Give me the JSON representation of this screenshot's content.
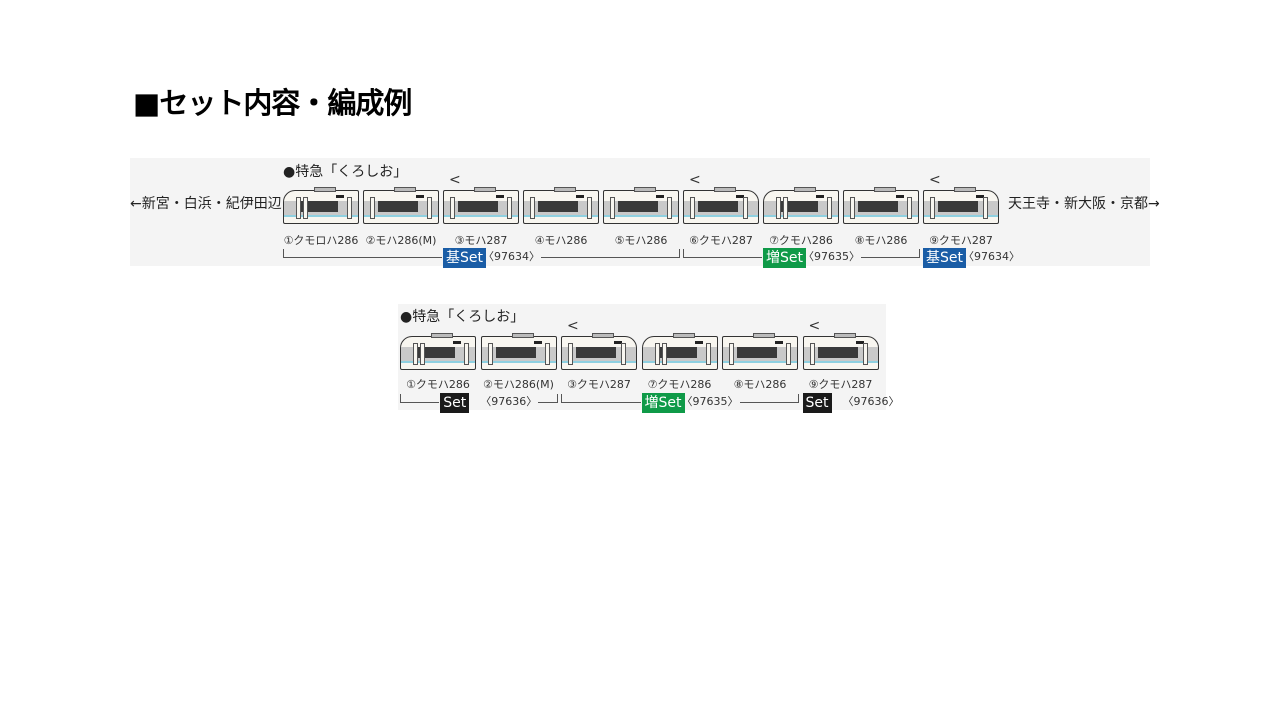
{
  "title": "■セット内容・編成例",
  "colors": {
    "kihon": "#1a5da6",
    "zou": "#0f9a48",
    "set": "#1a1a1a"
  },
  "top": {
    "subtitle": "●特急「くろしお」",
    "left_direction": "←新宮・白浜・紀伊田辺",
    "right_direction": "天王寺・新大阪・京都→",
    "cars": [
      {
        "label": "①クモロハ286",
        "type": "cabL",
        "panto": false
      },
      {
        "label": "②モハ286(M)",
        "type": "mid",
        "panto": false
      },
      {
        "label": "③モハ287",
        "type": "mid",
        "panto": true
      },
      {
        "label": "④モハ286",
        "type": "mid",
        "panto": false
      },
      {
        "label": "⑤モハ286",
        "type": "mid",
        "panto": false
      },
      {
        "label": "⑥クモハ287",
        "type": "cabR",
        "panto": true
      },
      {
        "label": "⑦クモハ286",
        "type": "cabL",
        "panto": false
      },
      {
        "label": "⑧モハ286",
        "type": "mid",
        "panto": false
      },
      {
        "label": "⑨クモハ287",
        "type": "cabR",
        "panto": true
      }
    ],
    "groups": [
      {
        "badge": "基Set",
        "code": "〈97634〉",
        "kind": "kihon",
        "from": 0,
        "to": 4
      },
      {
        "badge": "増Set",
        "code": "〈97635〉",
        "kind": "zou",
        "from": 5,
        "to": 7
      },
      {
        "badge": "基Set",
        "code": "〈97634〉",
        "kind": "kihon",
        "from": 8,
        "to": 8
      }
    ]
  },
  "bottom": {
    "subtitle": "●特急「くろしお」",
    "cars": [
      {
        "label": "①クモハ286",
        "type": "cabL",
        "panto": false
      },
      {
        "label": "②モハ286(M)",
        "type": "mid",
        "panto": false
      },
      {
        "label": "③クモハ287",
        "type": "cabR",
        "panto": true
      },
      {
        "label": "⑦クモハ286",
        "type": "cabL",
        "panto": false
      },
      {
        "label": "⑧モハ286",
        "type": "mid",
        "panto": false
      },
      {
        "label": "⑨クモハ287",
        "type": "cabR",
        "panto": true
      }
    ],
    "groups": [
      {
        "badge": "Set",
        "code": "〈97636〉",
        "kind": "set",
        "from": 0,
        "to": 1
      },
      {
        "badge": "増Set",
        "code": "〈97635〉",
        "kind": "zou",
        "from": 2,
        "to": 4
      },
      {
        "badge": "Set",
        "code": "〈97636〉",
        "kind": "set",
        "from": 5,
        "to": 5
      }
    ]
  }
}
